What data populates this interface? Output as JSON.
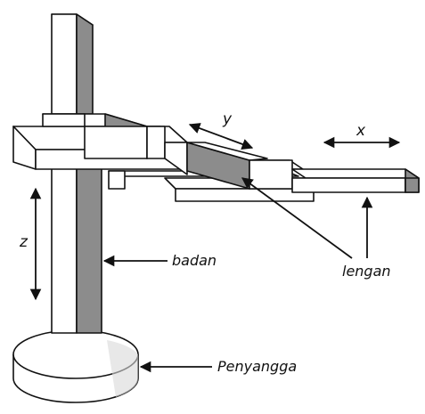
{
  "labels": {
    "x": "x",
    "y": "y",
    "z": "z",
    "body": "badan",
    "arm": "lengan",
    "base": "Penyangga"
  },
  "colors": {
    "face_light": "#ffffff",
    "face_shaded": "#8c8c8c",
    "face_mid": "#d9d9d9",
    "outline": "#111111"
  }
}
